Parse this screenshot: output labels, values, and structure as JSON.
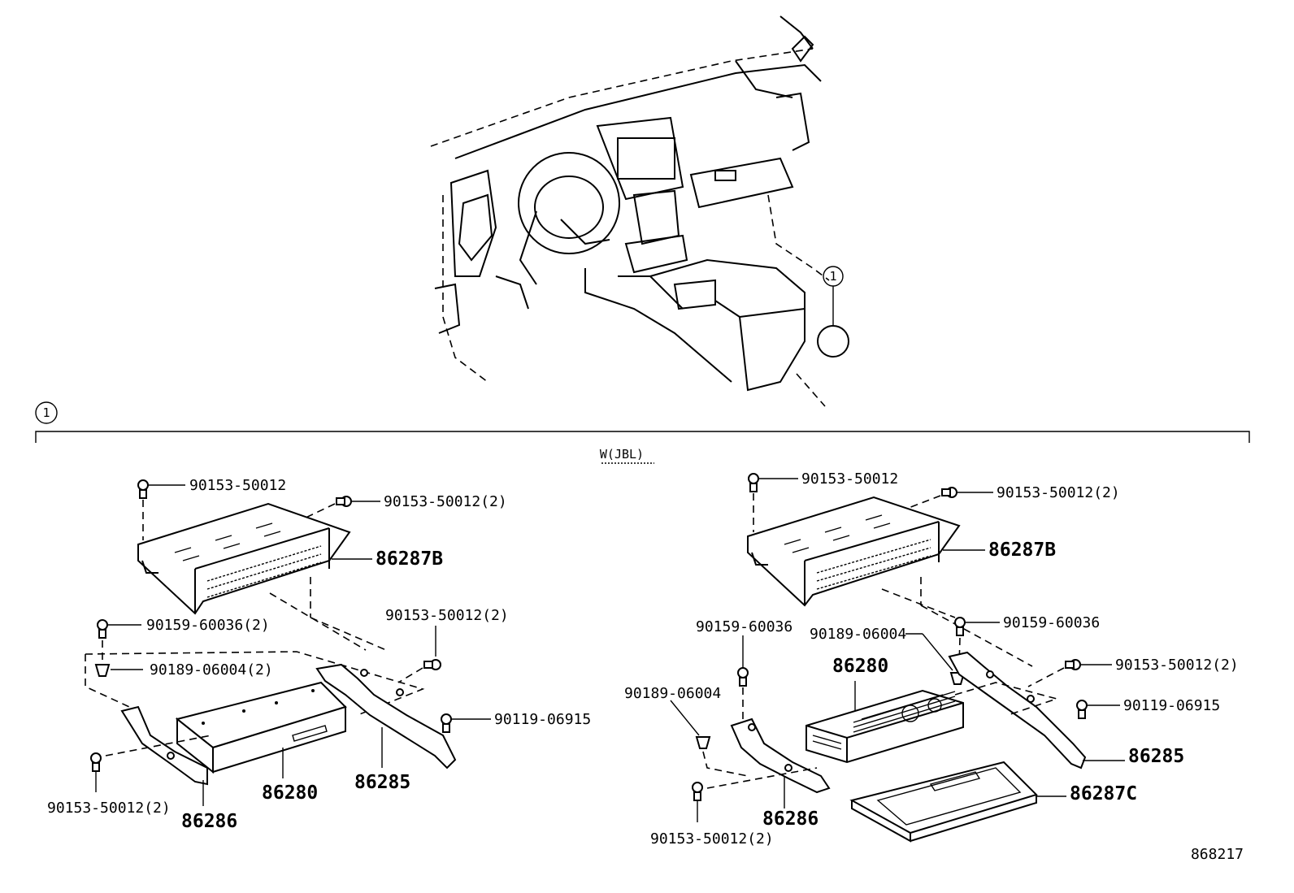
{
  "callout": "1",
  "section": {
    "marker": "1",
    "variant": "W(JBL)"
  },
  "diagram_id": "868217",
  "left": {
    "bolt_top": "90153-50012",
    "bolt_top_right": "90153-50012(2)",
    "cover": "86287B",
    "screw_a": "90159-60036(2)",
    "bolt_mid": "90153-50012(2)",
    "clip": "90189-06004(2)",
    "bolt_b": "90119-06915",
    "bolt_bottom": "90153-50012(2)",
    "amplifier": "86280",
    "bracket_right": "86285",
    "bracket_left": "86286"
  },
  "right": {
    "bolt_top": "90153-50012",
    "bolt_top_right": "90153-50012(2)",
    "cover": "86287B",
    "screw_b": "90159-60036",
    "screw_a": "90159-60036",
    "clip_a": "90189-06004",
    "amplifier": "86280",
    "bolt_mid": "90153-50012(2)",
    "clip_b": "90189-06004",
    "bolt_b": "90119-06915",
    "bracket_right": "86285",
    "cover_bottom": "86287C",
    "bracket_left": "86286",
    "bolt_bottom": "90153-50012(2)"
  }
}
